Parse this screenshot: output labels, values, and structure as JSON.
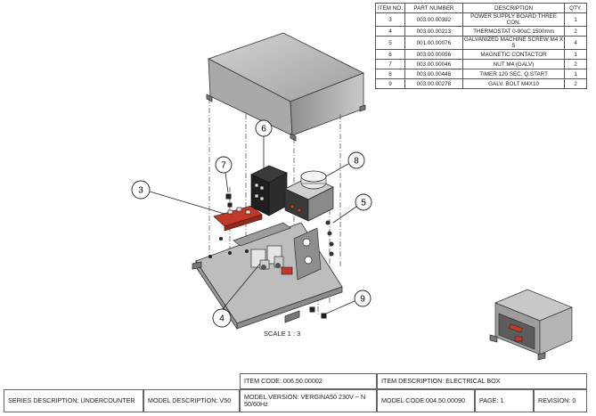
{
  "bom": {
    "headers": [
      "ITEM NO.",
      "PART NUMBER",
      "DESCRIPTION",
      "QTY."
    ],
    "rows": [
      {
        "item": "3",
        "part": "003.00.00392",
        "desc": "POWER SUPPLY BOARD THREE CON.",
        "qty": "1"
      },
      {
        "item": "4",
        "part": "003.00.00213",
        "desc": "THERMOSTAT 0-90oC 1500mm",
        "qty": "2"
      },
      {
        "item": "5",
        "part": "001.00.00076",
        "desc": "GALVANIZED MACHINE SCREW M4 X 5",
        "qty": "4"
      },
      {
        "item": "6",
        "part": "003.00.00056",
        "desc": "MAGNETIC CONTACTOR",
        "qty": "1"
      },
      {
        "item": "7",
        "part": "003.00.00046",
        "desc": "NUT M4 (GALV)",
        "qty": "2"
      },
      {
        "item": "8",
        "part": "003.00.00448",
        "desc": "TIMER 120 SEC. Q.START",
        "qty": "1"
      },
      {
        "item": "9",
        "part": "003.00.00278",
        "desc": "GALV. BOLT M4X10",
        "qty": "2"
      }
    ]
  },
  "balloons": {
    "b3": "3",
    "b4": "4",
    "b5": "5",
    "b6": "6",
    "b7": "7",
    "b8": "8",
    "b9": "9"
  },
  "scale_label": "SCALE 1 : 3",
  "title_block": {
    "item_code": "ITEM  CODE: 006.50.00002",
    "item_description": "ITEM  DESCRIPTION: ELECTRICAL BOX",
    "series_description": "SERIES DESCRIPTION: UNDERCOUNTER",
    "model_description": "MODEL DESCRIPTION: V50",
    "model_version": "MODEL VERSION: VERGINA50 230V ~ N 50/60Hz",
    "model_code": "MODEL CODE:004.50.00090",
    "page": "PAGE: 1",
    "revision": "REVISION: 0"
  },
  "colors": {
    "part_red": "#c0392b",
    "metal": "#b9b9b9",
    "metal_dark": "#8a8a8a",
    "line": "#333333"
  }
}
